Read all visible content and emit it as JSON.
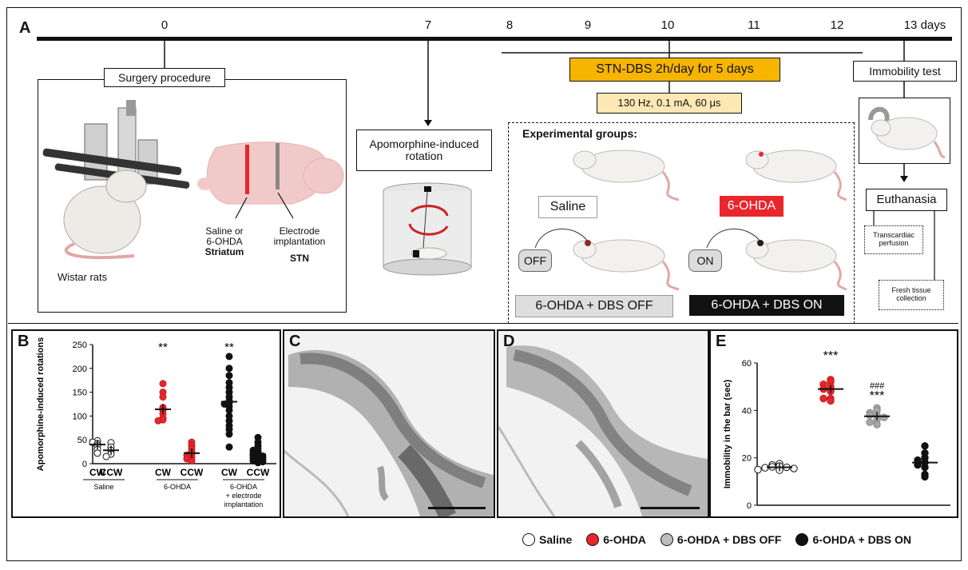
{
  "panels": {
    "a": "A",
    "b": "B",
    "c": "C",
    "d": "D",
    "e": "E"
  },
  "timeline": {
    "ticks": [
      "0",
      "7",
      "8",
      "9",
      "10",
      "11",
      "12",
      "13 days"
    ]
  },
  "surgery": {
    "title": "Surgery procedure",
    "rats": "Wistar rats",
    "saline_line1": "Saline or",
    "saline_line2": "6-OHDA",
    "saline_bold": "Striatum",
    "electrode_line1": "Electrode",
    "electrode_line2": "implantation",
    "electrode_bold": "STN"
  },
  "apomorphine": {
    "line1": "Apomorphine-induced",
    "line2": "rotation"
  },
  "stimulation": {
    "title": "STN-DBS 2h/day for 5 days",
    "params": "130 Hz, 0.1 mA, 60 μs"
  },
  "groups": {
    "title": "Experimental groups:",
    "saline": "Saline",
    "ohda": "6-OHDA",
    "off_device": "OFF",
    "on_device": "ON",
    "dbs_off": "6-OHDA + DBS OFF",
    "dbs_on": "6-OHDA + DBS ON"
  },
  "right_flow": {
    "immobility": "Immobility test",
    "euthanasia": "Euthanasia",
    "trans1": "Transcardiac",
    "trans2": "perfusion",
    "fresh1": "Fresh tissue",
    "fresh2": "collection"
  },
  "legend": [
    "Saline",
    "6-OHDA",
    "6-OHDA + DBS OFF",
    "6-OHDA + DBS ON"
  ],
  "colors": {
    "red": "#e8262b",
    "orange": "#f7b500",
    "gray": "#a6a6a6",
    "black": "#111111",
    "white": "#ffffff"
  },
  "chart_data": [
    {
      "panel": "B",
      "type": "scatter",
      "ylabel": "Apomorphine-induced rotations",
      "ylim": [
        0,
        250
      ],
      "yticks": [
        "0",
        "50",
        "100",
        "150",
        "200",
        "250"
      ],
      "categories": [
        "CW",
        "CCW",
        "CW",
        "CCW",
        "CW",
        "CCW"
      ],
      "groups": [
        {
          "name": "Saline",
          "columns": [
            0,
            1
          ]
        },
        {
          "name": "6-OHDA",
          "columns": [
            2,
            3
          ]
        },
        {
          "name": "6-OHDA + electrode implantation",
          "columns": [
            4,
            5
          ]
        }
      ],
      "annotations": [
        {
          "column": 2,
          "text": "**"
        },
        {
          "column": 4,
          "text": "**"
        }
      ],
      "series": [
        {
          "column": 0,
          "fill": "white",
          "values": [
            48,
            45,
            42,
            38,
            30,
            22
          ],
          "mean": 40
        },
        {
          "column": 1,
          "fill": "white",
          "values": [
            44,
            35,
            28,
            20,
            15
          ],
          "mean": 28
        },
        {
          "column": 2,
          "fill": "red",
          "values": [
            168,
            150,
            140,
            118,
            112,
            105,
            96,
            92,
            90
          ],
          "mean": 114
        },
        {
          "column": 3,
          "fill": "red",
          "values": [
            45,
            38,
            32,
            25,
            20,
            18,
            14,
            10,
            6
          ],
          "mean": 22
        },
        {
          "column": 4,
          "fill": "black",
          "values": [
            225,
            200,
            185,
            170,
            160,
            150,
            140,
            132,
            128,
            125,
            120,
            112,
            100,
            90,
            80,
            72,
            62,
            35
          ],
          "mean": 130
        },
        {
          "column": 5,
          "fill": "black",
          "values": [
            55,
            45,
            38,
            32,
            28,
            25,
            22,
            20,
            18,
            16,
            14,
            12,
            10,
            8,
            6,
            4,
            2
          ],
          "mean": 20
        }
      ]
    },
    {
      "panel": "E",
      "type": "scatter",
      "ylabel": "Immobility in the bar (sec)",
      "ylim": [
        0,
        60
      ],
      "yticks": [
        "0",
        "20",
        "40",
        "60"
      ],
      "annotations": [
        {
          "column": 1,
          "text": "***"
        },
        {
          "column": 2,
          "text": "###"
        },
        {
          "column": 2,
          "text": "***"
        }
      ],
      "series": [
        {
          "name": "Saline",
          "fill": "white",
          "values": [
            17.5,
            17,
            16.5,
            16.2,
            16,
            15.8,
            15.5,
            15,
            14.8
          ],
          "mean": 16
        },
        {
          "name": "6-OHDA",
          "fill": "red",
          "values": [
            53,
            52,
            51,
            50,
            49,
            48,
            45,
            45,
            44
          ],
          "mean": 49
        },
        {
          "name": "6-OHDA + DBS OFF",
          "fill": "gray",
          "values": [
            41,
            40,
            39,
            38,
            38,
            37,
            36,
            35,
            34
          ],
          "mean": 37.5
        },
        {
          "name": "6-OHDA + DBS ON",
          "fill": "black",
          "values": [
            25,
            22,
            20,
            19,
            18,
            17,
            16,
            13,
            12
          ],
          "mean": 18
        }
      ]
    }
  ]
}
